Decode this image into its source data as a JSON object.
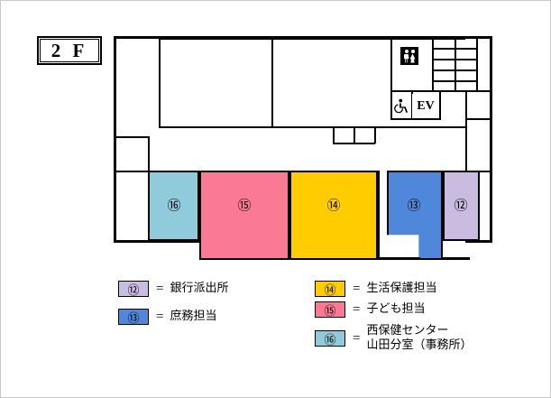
{
  "title": "2F floor plan",
  "floor_badge": {
    "label": "2 F"
  },
  "facilities": {
    "restroom": {
      "icon": "restroom-icon",
      "label": ""
    },
    "accessible": {
      "icon": "wheelchair-icon",
      "label": ""
    },
    "elevator": {
      "icon": "elevator-icon",
      "label": "EV"
    }
  },
  "rooms": [
    {
      "id": "10",
      "marker": "⑯",
      "color": "#8FCBDA",
      "name": "西保健センター山田分室（事務所）"
    },
    {
      "id": "9",
      "marker": "⑮",
      "color": "#FA7A96",
      "name": "子ども担当"
    },
    {
      "id": "8",
      "marker": "⑭",
      "color": "#FFCC00",
      "name": "生活保護担当"
    },
    {
      "id": "7",
      "marker": "⑬",
      "color": "#4F88DA",
      "name": "庶務担当"
    },
    {
      "id": "6",
      "marker": "⑫",
      "color": "#C9BCE0",
      "name": "銀行派出所"
    }
  ],
  "legend": {
    "left_column": [
      {
        "marker": "⑫",
        "color": "#C9BCE0",
        "equals": "=",
        "text": "銀行派出所"
      },
      {
        "marker": "⑬",
        "color": "#4F88DA",
        "equals": "=",
        "text": "庶務担当"
      }
    ],
    "right_column": [
      {
        "marker": "⑭",
        "color": "#FFCC00",
        "equals": "=",
        "text": "生活保護担当"
      },
      {
        "marker": "⑮",
        "color": "#FA7A96",
        "equals": "=",
        "text": "子ども担当"
      },
      {
        "marker": "⑯",
        "color": "#8FCBDA",
        "equals": "=",
        "text": "西保健センター\n山田分室（事務所）"
      }
    ]
  },
  "colors": {
    "wall": "#000000",
    "background": "#FFFFFF",
    "border": "#C8C8C8"
  }
}
